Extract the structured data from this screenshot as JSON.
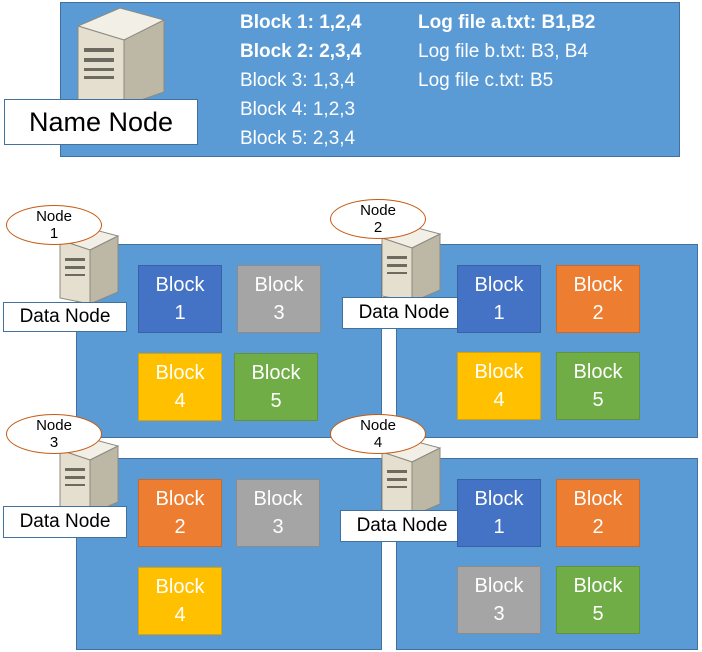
{
  "name_node": {
    "label": "Name Node",
    "block_map": [
      "Block 1: 1,2,4",
      "Block 2: 2,3,4",
      "Block 3: 1,3,4",
      "Block 4: 1,2,3",
      "Block 5: 2,3,4"
    ],
    "file_map": [
      "Log file a.txt: B1,B2",
      "Log file b.txt: B3, B4",
      "Log file c.txt:  B5"
    ]
  },
  "data_nodes": [
    {
      "badge_word": "Node",
      "badge_num": "1",
      "label": "Data Node",
      "blocks": [
        {
          "word": "Block",
          "num": "1",
          "color": "#4472c4"
        },
        {
          "word": "Block",
          "num": "3",
          "color": "#a5a5a5"
        },
        {
          "word": "Block",
          "num": "4",
          "color": "#ffc000"
        },
        {
          "word": "Block",
          "num": "5",
          "color": "#70ad47"
        }
      ]
    },
    {
      "badge_word": "Node",
      "badge_num": "2",
      "label": "Data Node",
      "blocks": [
        {
          "word": "Block",
          "num": "1",
          "color": "#4472c4"
        },
        {
          "word": "Block",
          "num": "2",
          "color": "#ed7d31"
        },
        {
          "word": "Block",
          "num": "4",
          "color": "#ffc000"
        },
        {
          "word": "Block",
          "num": "5",
          "color": "#70ad47"
        }
      ]
    },
    {
      "badge_word": "Node",
      "badge_num": "3",
      "label": "Data Node",
      "blocks": [
        {
          "word": "Block",
          "num": "2",
          "color": "#ed7d31"
        },
        {
          "word": "Block",
          "num": "3",
          "color": "#a5a5a5"
        },
        {
          "word": "Block",
          "num": "4",
          "color": "#ffc000"
        }
      ]
    },
    {
      "badge_word": "Node",
      "badge_num": "4",
      "label": "Data Node",
      "blocks": [
        {
          "word": "Block",
          "num": "1",
          "color": "#4472c4"
        },
        {
          "word": "Block",
          "num": "2",
          "color": "#ed7d31"
        },
        {
          "word": "Block",
          "num": "3",
          "color": "#a5a5a5"
        },
        {
          "word": "Block",
          "num": "5",
          "color": "#70ad47"
        }
      ]
    }
  ],
  "icons": {
    "server": "server-tower-icon"
  }
}
